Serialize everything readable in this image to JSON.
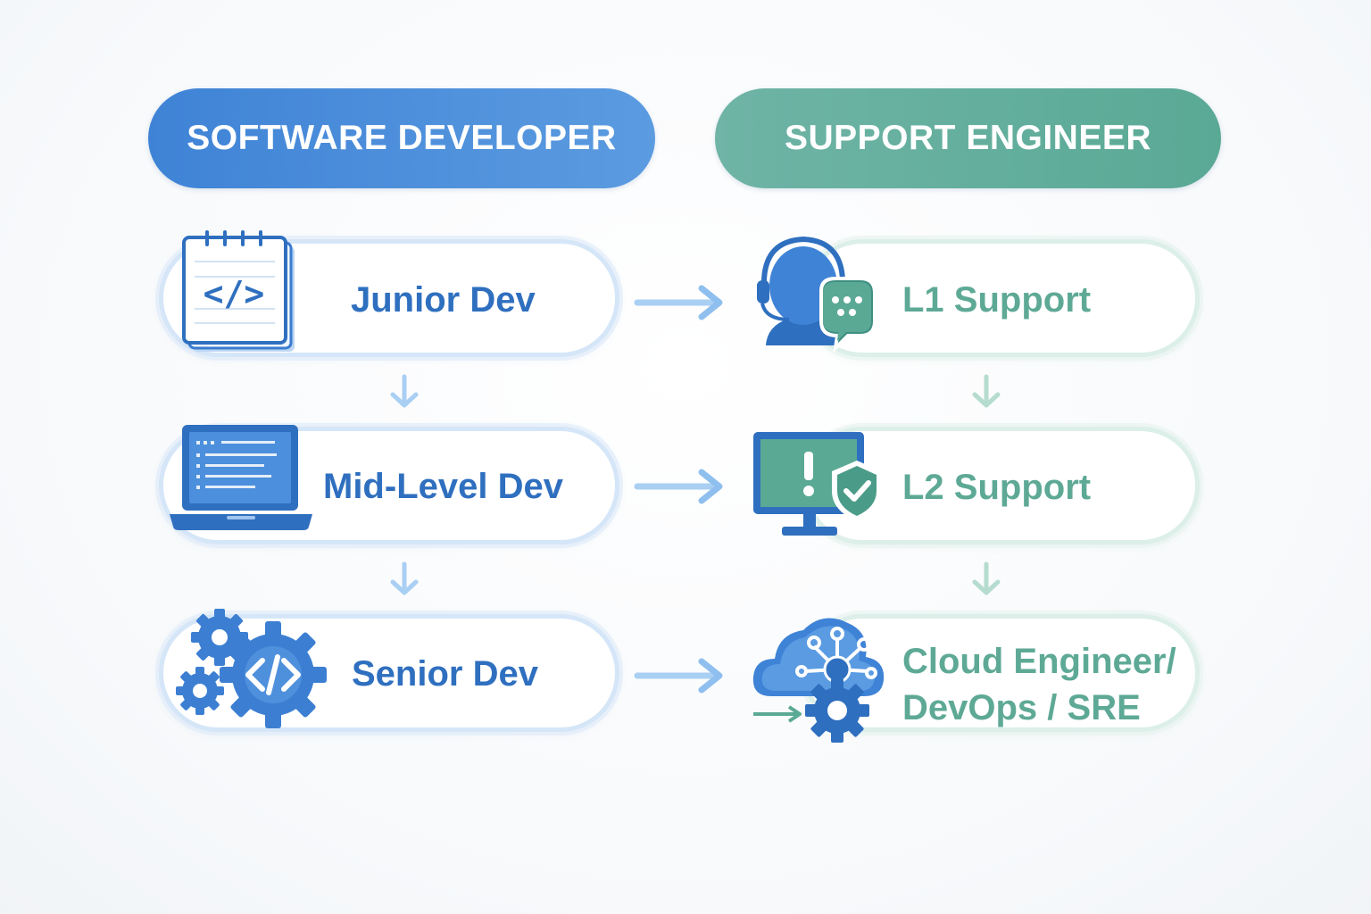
{
  "headers": {
    "software_developer": "SOFTWARE DEVELOPER",
    "support_engineer": "SUPPORT ENGINEER"
  },
  "developer_track": [
    {
      "label": "Junior Dev",
      "icon": "code-notepad-icon"
    },
    {
      "label": "Mid-Level Dev",
      "icon": "laptop-code-icon"
    },
    {
      "label": "Senior Dev",
      "icon": "gears-code-icon"
    }
  ],
  "support_track": [
    {
      "label": "L1 Support",
      "icon": "headset-chat-icon"
    },
    {
      "label": "L2 Support",
      "icon": "monitor-shield-icon"
    },
    {
      "label_line1": "Cloud Engineer/",
      "label_line2": "DevOps / SRE",
      "icon": "cloud-gear-icon"
    }
  ],
  "colors": {
    "dev_blue": "#3f83d6",
    "dev_text": "#2f6fbf",
    "support_green": "#5aa995",
    "support_text": "#5ea996",
    "arrow_blue": "#9cc6f0",
    "arrow_green": "#b5dccf"
  }
}
